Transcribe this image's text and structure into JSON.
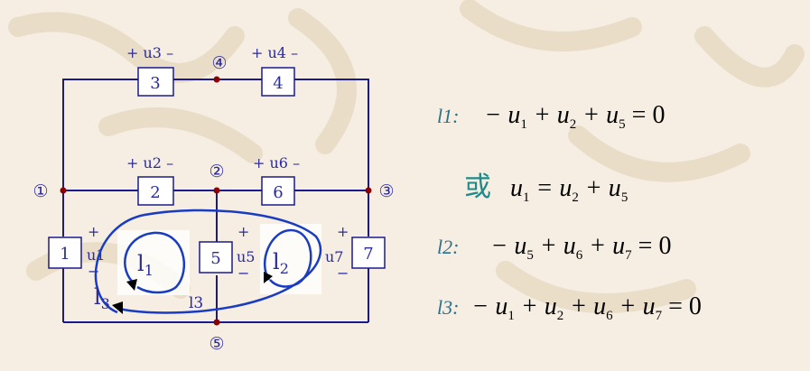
{
  "nodes": {
    "n1": "①",
    "n2": "②",
    "n3": "③",
    "n4": "④",
    "n5": "⑤"
  },
  "elements": {
    "e1": "1",
    "e2": "2",
    "e3": "3",
    "e4": "4",
    "e5": "5",
    "e6": "6",
    "e7": "7"
  },
  "voltages": {
    "u3": "+ u3 –",
    "u4": "+ u4 –",
    "u2": "+ u2 –",
    "u6": "+ u6 –",
    "u1": "u1",
    "u5": "u5",
    "u7": "u7",
    "plus": "+",
    "minus": "−"
  },
  "loops": {
    "l1_base": "l",
    "l1_sub": "1",
    "l2_base": "l",
    "l2_sub": "2",
    "l3_base": "l",
    "l3_sub": "3",
    "l3_mid": "l3"
  },
  "equations": {
    "eq1": {
      "label": "l1:",
      "terms": [
        "− u",
        "1",
        " + u",
        "2",
        " + u",
        "5",
        " = 0"
      ]
    },
    "eq2": {
      "prefix": "或",
      "terms": [
        "u",
        "1",
        " = u",
        "2",
        " + u",
        "5"
      ]
    },
    "eq3": {
      "label": "l2:",
      "terms": [
        "− u",
        "5",
        " + u",
        "6",
        " + u",
        "7",
        " = 0"
      ]
    },
    "eq4": {
      "label": "l3:",
      "terms": [
        "− u",
        "1",
        " + u",
        "2",
        " + u",
        "6",
        " + u",
        "7",
        " = 0"
      ]
    }
  },
  "colors": {
    "wire": "#1a1a8c",
    "node": "#8b0000",
    "text": "#2a2aa0",
    "background": "#f6eee2"
  }
}
